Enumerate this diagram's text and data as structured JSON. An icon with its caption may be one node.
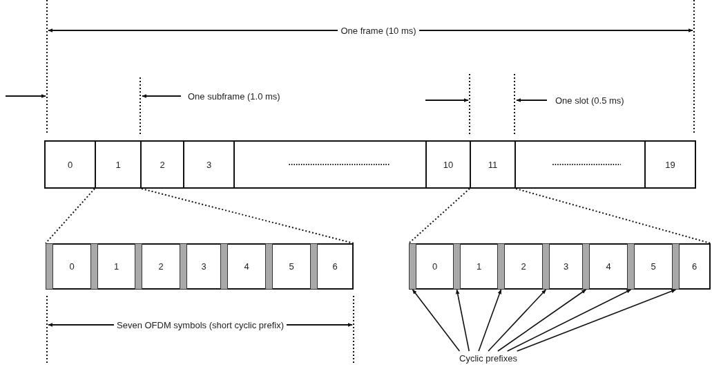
{
  "diagram": {
    "nodes": [
      {
        "text": [
          "0"
        ]
      },
      {
        "text": [
          "1"
        ]
      },
      {
        "text": [
          "2"
        ]
      },
      {
        "text": [
          "3"
        ]
      },
      {
        "text": [],
        "shape": "box"
      },
      {
        "text": [
          "10"
        ]
      },
      {
        "text": [
          "11"
        ]
      },
      {
        "text": [],
        "shape": "box"
      },
      {
        "text": [
          "19"
        ]
      },
      {
        "text": [],
        "shape": "bar"
      },
      {
        "text": [
          "0"
        ]
      },
      {
        "text": [],
        "shape": "bar"
      },
      {
        "text": [
          "1"
        ]
      },
      {
        "text": [],
        "shape": "bar"
      },
      {
        "text": [
          "2"
        ]
      },
      {
        "text": [],
        "shape": "bar"
      },
      {
        "text": [
          "3"
        ]
      },
      {
        "text": [],
        "shape": "bar"
      },
      {
        "text": [
          "4"
        ]
      },
      {
        "text": [],
        "shape": "bar"
      },
      {
        "text": [
          "5"
        ]
      },
      {
        "text": [],
        "shape": "bar"
      },
      {
        "text": [
          "6"
        ]
      },
      {
        "text": [],
        "shape": "bar"
      },
      {
        "text": [
          "0"
        ]
      },
      {
        "text": [],
        "shape": "bar"
      },
      {
        "text": [
          "1"
        ]
      },
      {
        "text": [],
        "shape": "bar"
      },
      {
        "text": [
          "2"
        ]
      },
      {
        "text": [],
        "shape": "bar"
      },
      {
        "text": [
          "3"
        ]
      },
      {
        "text": [],
        "shape": "bar"
      },
      {
        "text": [
          "4"
        ]
      },
      {
        "text": [],
        "shape": "bar"
      },
      {
        "text": [
          "5"
        ]
      },
      {
        "text": [],
        "shape": "bar"
      },
      {
        "text": [
          "6"
        ]
      },
      {
        "text": [
          "Cyclic prefixes"
        ]
      }
    ],
    "edges": [
      {
        "from": 1,
        "to": 9,
        "arrow": "none",
        "style": "dashed"
      },
      {
        "from": 1,
        "to": 22,
        "arrow": "none",
        "style": "dashed"
      },
      {
        "from": 6,
        "to": 23,
        "arrow": "none",
        "style": "dashed"
      },
      {
        "from": 6,
        "to": 36,
        "arrow": "none",
        "style": "dashed"
      },
      {
        "from": 37,
        "to": 23,
        "arrow": "to"
      },
      {
        "from": 37,
        "to": 25,
        "arrow": "to"
      },
      {
        "from": 37,
        "to": 27,
        "arrow": "to"
      },
      {
        "from": 37,
        "to": 29,
        "arrow": "to"
      },
      {
        "from": 37,
        "to": 31,
        "arrow": "to"
      },
      {
        "from": 37,
        "to": 33,
        "arrow": "to"
      },
      {
        "from": 37,
        "to": 35,
        "arrow": "to"
      }
    ],
    "labels": [
      "One frame (10 ms)",
      "One subframe (1.0 ms)",
      "One slot (0.5 ms)",
      "Seven OFDM symbols (short cyclic prefix)"
    ]
  }
}
